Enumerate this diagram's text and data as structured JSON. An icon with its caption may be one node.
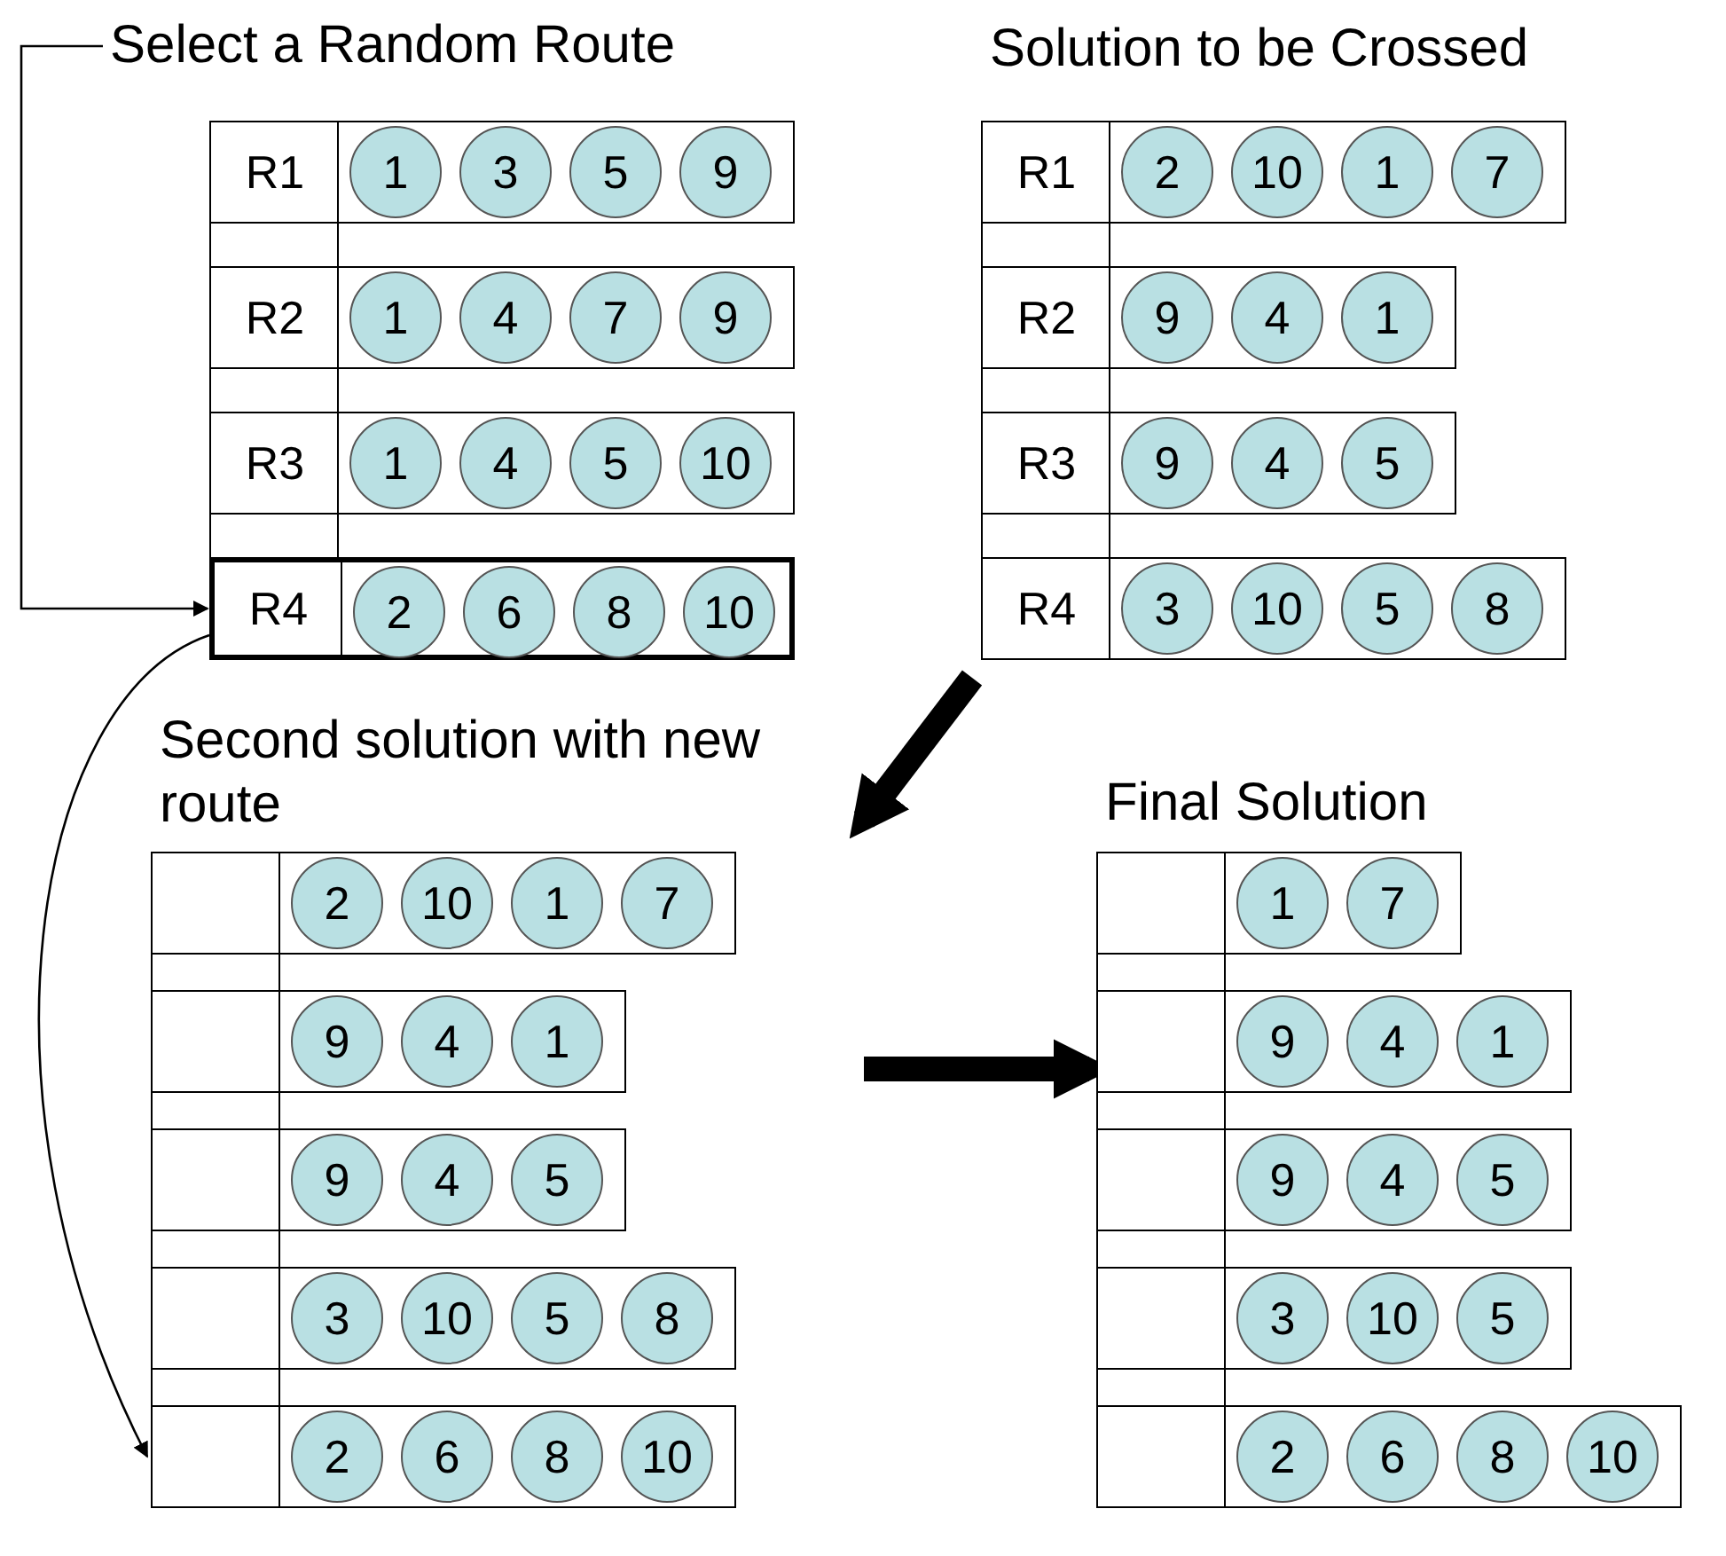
{
  "diagram": {
    "nodes": [
      {
        "text": [
          "Select a Random Route"
        ]
      },
      {
        "text": [],
        "shape": "box"
      },
      {
        "text": [
          "R1"
        ],
        "in": 1
      },
      {
        "text": [
          "1"
        ],
        "in": 2
      },
      {
        "text": [
          "3"
        ],
        "in": 2
      },
      {
        "text": [
          "5"
        ],
        "in": 2
      },
      {
        "text": [
          "9"
        ],
        "in": 2
      },
      {
        "text": [
          "R2"
        ],
        "in": 1
      },
      {
        "text": [
          "1"
        ],
        "in": 7
      },
      {
        "text": [
          "4"
        ],
        "in": 7
      },
      {
        "text": [
          "7"
        ],
        "in": 7
      },
      {
        "text": [
          "9"
        ],
        "in": 7
      },
      {
        "text": [
          "R3"
        ],
        "in": 1
      },
      {
        "text": [
          "1"
        ],
        "in": 12
      },
      {
        "text": [
          "4"
        ],
        "in": 12
      },
      {
        "text": [
          "5"
        ],
        "in": 12
      },
      {
        "text": [
          "10"
        ],
        "in": 12
      },
      {
        "text": [
          "R4"
        ],
        "in": 1
      },
      {
        "text": [
          "2"
        ],
        "in": 17
      },
      {
        "text": [
          "6"
        ],
        "in": 17
      },
      {
        "text": [
          "8"
        ],
        "in": 17
      },
      {
        "text": [
          "10"
        ],
        "in": 17
      },
      {
        "text": [
          "Solution to be Crossed"
        ]
      },
      {
        "text": [
          "R1"
        ],
        "in": 22
      },
      {
        "text": [
          "2"
        ],
        "in": 23
      },
      {
        "text": [
          "10"
        ],
        "in": 23
      },
      {
        "text": [
          "1"
        ],
        "in": 23
      },
      {
        "text": [
          "7"
        ],
        "in": 23
      },
      {
        "text": [
          "R2"
        ],
        "in": 22
      },
      {
        "text": [
          "9"
        ],
        "in": 28
      },
      {
        "text": [
          "4"
        ],
        "in": 28
      },
      {
        "text": [
          "1"
        ],
        "in": 28
      },
      {
        "text": [
          "R3"
        ],
        "in": 22
      },
      {
        "text": [
          "9"
        ],
        "in": 32
      },
      {
        "text": [
          "4"
        ],
        "in": 32
      },
      {
        "text": [
          "5"
        ],
        "in": 32
      },
      {
        "text": [
          "R4"
        ],
        "in": 22
      },
      {
        "text": [
          "3"
        ],
        "in": 36
      },
      {
        "text": [
          "10"
        ],
        "in": 36
      },
      {
        "text": [
          "5"
        ],
        "in": 36
      },
      {
        "text": [
          "8"
        ],
        "in": 36
      },
      {
        "text": [
          "Second solution with new route"
        ]
      },
      {
        "text": [],
        "shape": "box",
        "in": 41
      },
      {
        "text": [
          "2"
        ],
        "in": 42
      },
      {
        "text": [
          "10"
        ],
        "in": 42
      },
      {
        "text": [
          "1"
        ],
        "in": 42
      },
      {
        "text": [
          "7"
        ],
        "in": 42
      },
      {
        "text": [],
        "shape": "box",
        "in": 41
      },
      {
        "text": [
          "9"
        ],
        "in": 47
      },
      {
        "text": [
          "4"
        ],
        "in": 47
      },
      {
        "text": [
          "1"
        ],
        "in": 47
      },
      {
        "text": [],
        "shape": "box",
        "in": 41
      },
      {
        "text": [
          "9"
        ],
        "in": 51
      },
      {
        "text": [
          "4"
        ],
        "in": 51
      },
      {
        "text": [
          "5"
        ],
        "in": 51
      },
      {
        "text": [],
        "shape": "box",
        "in": 41
      },
      {
        "text": [
          "3"
        ],
        "in": 55
      },
      {
        "text": [
          "10"
        ],
        "in": 55
      },
      {
        "text": [
          "5"
        ],
        "in": 55
      },
      {
        "text": [
          "8"
        ],
        "in": 55
      },
      {
        "text": [],
        "shape": "box",
        "in": 41
      },
      {
        "text": [
          "2"
        ],
        "in": 60
      },
      {
        "text": [
          "6"
        ],
        "in": 60
      },
      {
        "text": [
          "8"
        ],
        "in": 60
      },
      {
        "text": [
          "10"
        ],
        "in": 60
      },
      {
        "text": [
          "Final Solution"
        ]
      },
      {
        "text": [],
        "shape": "box",
        "in": 65
      },
      {
        "text": [
          "1"
        ],
        "in": 66
      },
      {
        "text": [
          "7"
        ],
        "in": 66
      },
      {
        "text": [],
        "shape": "box",
        "in": 65
      },
      {
        "text": [
          "9"
        ],
        "in": 69
      },
      {
        "text": [
          "4"
        ],
        "in": 69
      },
      {
        "text": [
          "1"
        ],
        "in": 69
      },
      {
        "text": [],
        "shape": "box",
        "in": 65
      },
      {
        "text": [
          "9"
        ],
        "in": 73
      },
      {
        "text": [
          "4"
        ],
        "in": 73
      },
      {
        "text": [
          "5"
        ],
        "in": 73
      },
      {
        "text": [],
        "shape": "box",
        "in": 65
      },
      {
        "text": [
          "3"
        ],
        "in": 77
      },
      {
        "text": [
          "10"
        ],
        "in": 77
      },
      {
        "text": [
          "5"
        ],
        "in": 77
      },
      {
        "text": [],
        "shape": "box",
        "in": 65
      },
      {
        "text": [
          "2"
        ],
        "in": 81
      },
      {
        "text": [
          "6"
        ],
        "in": 81
      },
      {
        "text": [
          "8"
        ],
        "in": 81
      },
      {
        "text": [
          "10"
        ],
        "in": 81
      }
    ],
    "edges": [
      {
        "from": 0,
        "to": 17,
        "arrow": "to"
      },
      {
        "from": 17,
        "to": 60,
        "arrow": "to"
      },
      {
        "from": 22,
        "to": 41,
        "arrow": "to",
        "style": "thick"
      },
      {
        "from": 41,
        "to": 65,
        "arrow": "to",
        "style": "thick"
      }
    ]
  }
}
